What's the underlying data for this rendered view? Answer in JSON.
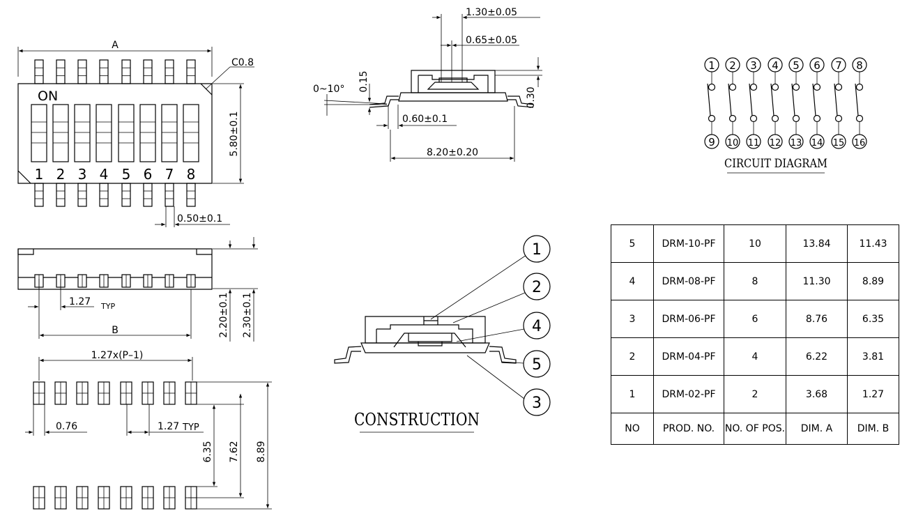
{
  "top_view": {
    "dim_a": "A",
    "chamfer": "C0.8",
    "on_label": "ON",
    "positions": [
      "1",
      "2",
      "3",
      "4",
      "5",
      "6",
      "7",
      "8"
    ],
    "height": "5.80±0.1",
    "pin_width": "0.50±0.1"
  },
  "side_view": {
    "pitch": "1.27",
    "typ": "TYP",
    "dim_b": "B",
    "height_1": "2.20±0.1",
    "height_2": "2.30±0.1"
  },
  "footprint": {
    "span": "1.27x(P–1)",
    "pad_width": "0.76",
    "pitch": "1.27",
    "typ": "TYP",
    "d1": "6.35",
    "d2": "7.62",
    "d3": "8.89"
  },
  "end_view": {
    "d_130": "1.30±0.05",
    "d_065": "0.65±0.05",
    "angle": "0~10°",
    "d_015": "0.15",
    "d_030": "0.30",
    "d_060": "0.60±0.1",
    "d_820": "8.20±0.20"
  },
  "construction": {
    "title": "CONSTRUCTION",
    "callouts": [
      "1",
      "2",
      "4",
      "5",
      "3"
    ]
  },
  "circuit": {
    "title": "CIRCUIT DIAGRAM",
    "top_pins": [
      "1",
      "2",
      "3",
      "4",
      "5",
      "6",
      "7",
      "8"
    ],
    "bottom_pins": [
      "9",
      "10",
      "11",
      "12",
      "13",
      "14",
      "15",
      "16"
    ]
  },
  "table": {
    "rows": [
      [
        "5",
        "DRM-10-PF",
        "10",
        "13.84",
        "11.43"
      ],
      [
        "4",
        "DRM-08-PF",
        "8",
        "11.30",
        "8.89"
      ],
      [
        "3",
        "DRM-06-PF",
        "6",
        "8.76",
        "6.35"
      ],
      [
        "2",
        "DRM-04-PF",
        "4",
        "6.22",
        "3.81"
      ],
      [
        "1",
        "DRM-02-PF",
        "2",
        "3.68",
        "1.27"
      ]
    ],
    "header": [
      "NO",
      "PROD. NO.",
      "NO. OF POS.",
      "DIM. A",
      "DIM. B"
    ]
  }
}
